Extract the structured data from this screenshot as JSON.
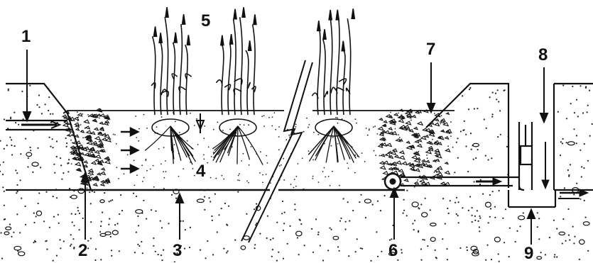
{
  "labels": {
    "l1": "1",
    "l2": "2",
    "l3": "3",
    "l4": "4",
    "l5": "5",
    "l6": "6",
    "l7": "7",
    "l8": "8",
    "l9": "9"
  },
  "colors": {
    "ink": "#111111",
    "paper": "#ffffff"
  }
}
